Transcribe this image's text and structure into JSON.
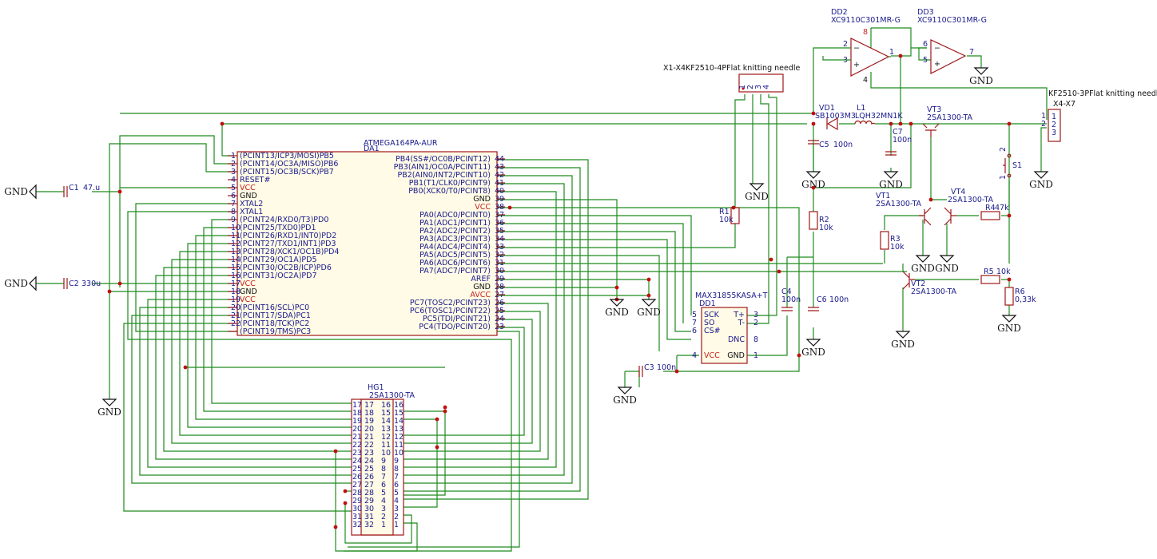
{
  "mcu": {
    "ref": "DA1",
    "part": "ATMEGA164PA-AUR",
    "left_pins": [
      {
        "num": "1",
        "name": "(PCINT13/ICP3/MOSI)PB5"
      },
      {
        "num": "2",
        "name": "(PCINT14/OC3A/MISO)PB6"
      },
      {
        "num": "3",
        "name": "(PCINT15/OC3B/SCK)PB7"
      },
      {
        "num": "4",
        "name": "RESET#"
      },
      {
        "num": "5",
        "name": "VCC",
        "power": true
      },
      {
        "num": "6",
        "name": "GND"
      },
      {
        "num": "7",
        "name": "XTAL2"
      },
      {
        "num": "8",
        "name": "XTAL1"
      },
      {
        "num": "9",
        "name": "(PCINT24/RXD0/T3)PD0"
      },
      {
        "num": "10",
        "name": "(PCINT25/TXD0)PD1"
      },
      {
        "num": "11",
        "name": "(PCINT26/RXD1/INT0)PD2"
      },
      {
        "num": "12",
        "name": "(PCINT27/TXD1/INT1)PD3"
      },
      {
        "num": "13",
        "name": "(PCINT28/XCK1/OC1B)PD4"
      },
      {
        "num": "14",
        "name": "(PCINT29/OC1A)PD5"
      },
      {
        "num": "15",
        "name": "(PCINT30/OC2B/ICP)PD6"
      },
      {
        "num": "16",
        "name": "(PCINT31/OC2A)PD7"
      },
      {
        "num": "17",
        "name": "VCC",
        "power": true
      },
      {
        "num": "18",
        "name": "GND"
      },
      {
        "num": "19",
        "name": "VCC",
        "power": true
      },
      {
        "num": "20",
        "name": "(PCINT16/SCL)PC0"
      },
      {
        "num": "21",
        "name": "(PCINT17/SDA)PC1"
      },
      {
        "num": "22",
        "name": "(PCINT18/TCK)PC2"
      },
      {
        "num": "",
        "name": "(PCINT19/TMS)PC3"
      }
    ],
    "right_pins": [
      {
        "num": "44",
        "name": "PB4(SS#/OC0B/PCINT12)"
      },
      {
        "num": "43",
        "name": "PB3(AIN1/OC0A/PCINT11)"
      },
      {
        "num": "42",
        "name": "PB2(AIN0/INT2/PCINT10)"
      },
      {
        "num": "41",
        "name": "PB1(T1/CLK0/PCINT9)"
      },
      {
        "num": "40",
        "name": "PB0(XCK0/T0/PCINT8)"
      },
      {
        "num": "39",
        "name": "GND"
      },
      {
        "num": "38",
        "name": "VCC",
        "power": true
      },
      {
        "num": "37",
        "name": "PA0(ADC0/PCINT0)"
      },
      {
        "num": "36",
        "name": "PA1(ADC1/PCINT1)"
      },
      {
        "num": "35",
        "name": "PA2(ADC2/PCINT2)"
      },
      {
        "num": "34",
        "name": "PA3(ADC3/PCINT3)"
      },
      {
        "num": "33",
        "name": "PA4(ADC4/PCINT4)"
      },
      {
        "num": "32",
        "name": "PA5(ADC5/PCINT5)"
      },
      {
        "num": "31",
        "name": "PA6(ADC6/PCINT6)"
      },
      {
        "num": "30",
        "name": "PA7(ADC7/PCINT7)"
      },
      {
        "num": "29",
        "name": "AREF"
      },
      {
        "num": "28",
        "name": "GND"
      },
      {
        "num": "27",
        "name": "AVCC",
        "power": true
      },
      {
        "num": "26",
        "name": "PC7(TOSC2/PCINT23)"
      },
      {
        "num": "25",
        "name": "PC6(TOSC1/PCINT22)"
      },
      {
        "num": "24",
        "name": "PC5(TDI/PCINT21)"
      },
      {
        "num": "23",
        "name": "PC4(TDO/PCINT20)"
      }
    ]
  },
  "hg1": {
    "ref": "HG1",
    "part": "2SA1300-TA",
    "left_outer": [
      "17",
      "18",
      "19",
      "20",
      "21",
      "22",
      "23",
      "24",
      "25",
      "26",
      "27",
      "28",
      "29",
      "30",
      "31",
      "32"
    ],
    "left_inner": [
      "17",
      "18",
      "19",
      "20",
      "21",
      "22",
      "23",
      "24",
      "25",
      "26",
      "27",
      "28",
      "29",
      "30",
      "31",
      "32"
    ],
    "right_inner": [
      "16",
      "15",
      "14",
      "13",
      "12",
      "11",
      "10",
      "9",
      "8",
      "7",
      "6",
      "5",
      "4",
      "3",
      "2",
      "1"
    ],
    "right_outer": [
      "16",
      "15",
      "14",
      "13",
      "12",
      "11",
      "10",
      "9",
      "8",
      "7",
      "6",
      "5",
      "4",
      "3",
      "2",
      "1"
    ]
  },
  "max": {
    "ref": "DD1",
    "part": "MAX31855KASA+T",
    "left_pins": [
      {
        "num": "5",
        "name": "SCK"
      },
      {
        "num": "7",
        "name": "SO"
      },
      {
        "num": "6",
        "name": "CS#"
      },
      {
        "num": "4",
        "name": "VCC",
        "power": true
      }
    ],
    "right_pins": [
      {
        "num": "3",
        "name": "T+"
      },
      {
        "num": "2",
        "name": "T-"
      },
      {
        "num": "8",
        "name": "DNC"
      },
      {
        "num": "1",
        "name": "GND"
      }
    ]
  },
  "connectors": {
    "x1": {
      "label": "X1-X4KF2510-4PFlat knitting needle",
      "pins": [
        "1",
        "2",
        "3",
        "4"
      ]
    },
    "x4": {
      "label": "KF2510-3PFlat knitting needle",
      "ref": "X4-X7",
      "pins": [
        "1",
        "2",
        "3"
      ]
    }
  },
  "opamps": {
    "dd2": {
      "ref": "DD2",
      "part": "XC9110C301MR-G",
      "pins": [
        "2",
        "3",
        "1",
        "8",
        "4"
      ]
    },
    "dd3": {
      "ref": "DD3",
      "part": "XC9110C301MR-G",
      "pins": [
        "6",
        "5",
        "7"
      ]
    }
  },
  "diode": {
    "ref": "VD1",
    "part": "SB1003M3"
  },
  "inductor": {
    "ref": "L1",
    "part": "LQH32MN1K"
  },
  "transistors": {
    "vt1": {
      "ref": "VT1",
      "part": "2SA1300-TA"
    },
    "vt2": {
      "ref": "VT2",
      "part": "2SA1300-TA"
    },
    "vt3": {
      "ref": "VT3",
      "part": "2SA1300-TA"
    },
    "vt4": {
      "ref": "VT4",
      "part": "2SA1300-TA"
    }
  },
  "switch": {
    "ref": "S1",
    "pins": [
      "1",
      "2"
    ]
  },
  "caps": {
    "c1": {
      "ref": "C1",
      "value": "47.u"
    },
    "c2": {
      "ref": "C2",
      "value": "330u"
    },
    "c3": {
      "ref": "C3",
      "value": "100n"
    },
    "c4": {
      "ref": "C4",
      "value": "100n"
    },
    "c5": {
      "ref": "C5",
      "value": "100n"
    },
    "c6": {
      "ref": "C6",
      "value": "100n"
    },
    "c7": {
      "ref": "C7",
      "value": "100n"
    }
  },
  "resistors": {
    "r1": {
      "ref": "R1",
      "value": "10k"
    },
    "r2": {
      "ref": "R2",
      "value": "10k"
    },
    "r3": {
      "ref": "R3",
      "value": "10k"
    },
    "r4": {
      "ref": "R4",
      "value": "47k"
    },
    "r5": {
      "ref": "R5",
      "value": "10k"
    },
    "r6": {
      "ref": "R6",
      "value": "0,33k"
    }
  },
  "gnd_label": "GND",
  "colors": {
    "wire": "#1e8a1e",
    "symbol": "#a01818",
    "text": "#1a1a8c",
    "power": "#c81e1e",
    "junction": "#c01010"
  }
}
